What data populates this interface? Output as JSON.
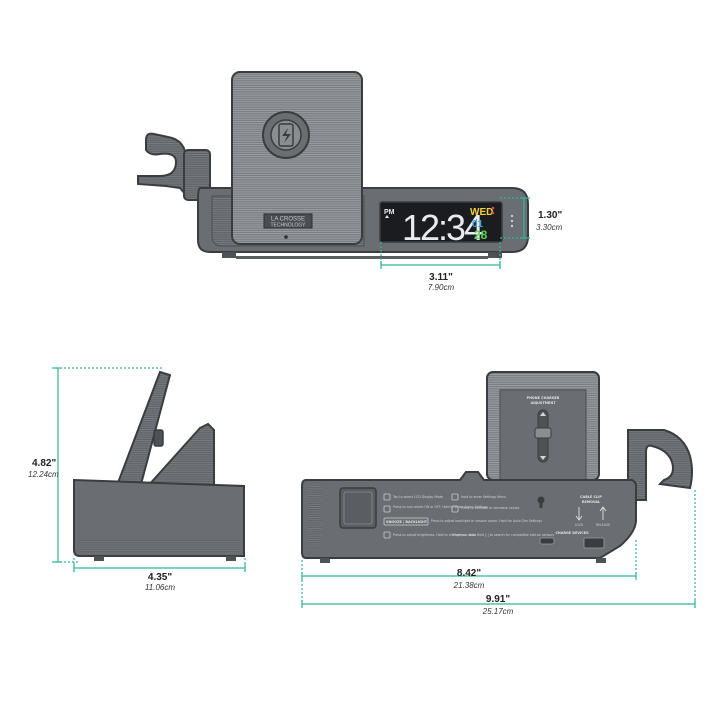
{
  "colors": {
    "dimension": "#2fb89a",
    "body": "#6a6e72",
    "body_dark": "#4e5256",
    "outline": "#3a3d40",
    "display_bg": "#1a1c1f",
    "digit": "#e8ecef",
    "wed_yellow": "#f0d23a",
    "wed_red": "#e0473c",
    "date_blue": "#3aa4e0",
    "temp_green": "#5fd35a"
  },
  "brand": {
    "line1": "LA CROSSE",
    "line2": "TECHNOLOGY"
  },
  "front_view": {
    "pm": "PM",
    "time": "12:34",
    "day": "WED",
    "date": "01",
    "temp": "28",
    "height_in": "1.30\"",
    "height_cm": "3.30cm",
    "display_width_in": "3.11\"",
    "display_width_cm": "7.90cm"
  },
  "side_view": {
    "height_in": "4.82\"",
    "height_cm": "12.24cm",
    "depth_in": "4.35\"",
    "depth_cm": "11.06cm"
  },
  "back_view": {
    "phone_charger_line1": "PHONE CHARGER",
    "phone_charger_line2": "ADJUSTMENT",
    "cable_clip_line1": "CABLE CLIP",
    "cable_clip_line2": "REMOVAL",
    "lock": "LOCK",
    "release": "RELEASE",
    "charge_devices": "CHARGE DEVICES",
    "instr_1": "Tap to select LCD Display Mode",
    "instr_2": "Press to turn alarm ON or OFF. Hold to enter Alarm Settings",
    "instr_3": "Hold to enter Settings Menu",
    "instr_4": "Press to increase or decrease values",
    "instr_5": "Press to adjust backlight or session alarm. Hold for Auto Dim Settings",
    "instr_6": "Press to adjust brightness. Hold to change pos. data",
    "instr_7": "*Outdoor data. Hold [-] to search for compatible add-on sensors",
    "snooze_label": "SNOOZE / BACKLIGHT",
    "width_in": "8.42\"",
    "width_cm": "21.38cm",
    "total_in": "9.91\"",
    "total_cm": "25.17cm"
  }
}
